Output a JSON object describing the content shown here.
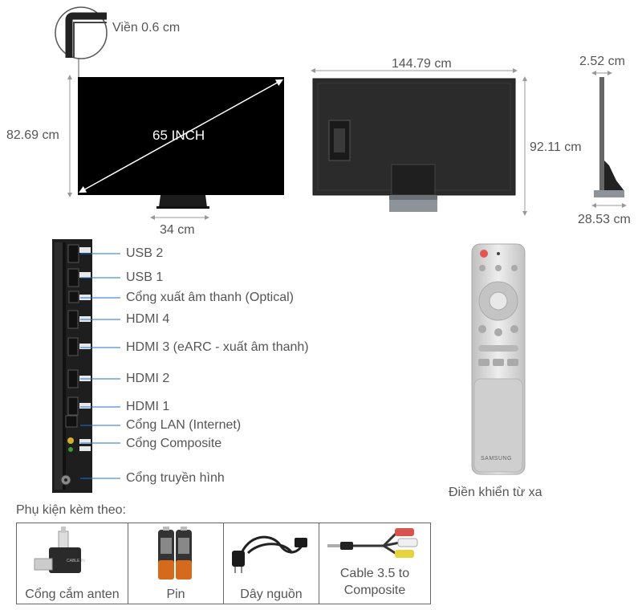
{
  "dimensions": {
    "bezel": "Viền 0.6 cm",
    "height_front": "82.69 cm",
    "screen_size": "65 INCH",
    "stand_width": "34 cm",
    "width": "144.79 cm",
    "height_back": "92.11 cm",
    "depth_top": "2.52 cm",
    "depth_base": "28.53 cm"
  },
  "ports": [
    {
      "label": "USB 2"
    },
    {
      "label": "USB 1"
    },
    {
      "label": "Cổng xuất âm thanh (Optical)"
    },
    {
      "label": "HDMI 4"
    },
    {
      "label": "HDMI 3 (eARC - xuất âm thanh)"
    },
    {
      "label": "HDMI 2"
    },
    {
      "label": "HDMI 1"
    },
    {
      "label": "Cổng LAN (Internet)"
    },
    {
      "label": "Cổng Composite"
    },
    {
      "label": "Cổng truyền hình"
    }
  ],
  "remote": {
    "caption": "Điền khiển từ xa",
    "brand": "SAMSUNG"
  },
  "accessories": {
    "title": "Phụ kiện kèm theo:",
    "items": [
      {
        "label": "Cổng cắm anten"
      },
      {
        "label": "Pin"
      },
      {
        "label": "Dây nguồn"
      },
      {
        "label": "Cable 3.5 to Composite"
      }
    ]
  },
  "colors": {
    "screen": "#000000",
    "back_panel": "#2b2b2b",
    "remote_body": "#d9d9d9",
    "line": "#999999",
    "port_line": "#1f6fd1"
  }
}
